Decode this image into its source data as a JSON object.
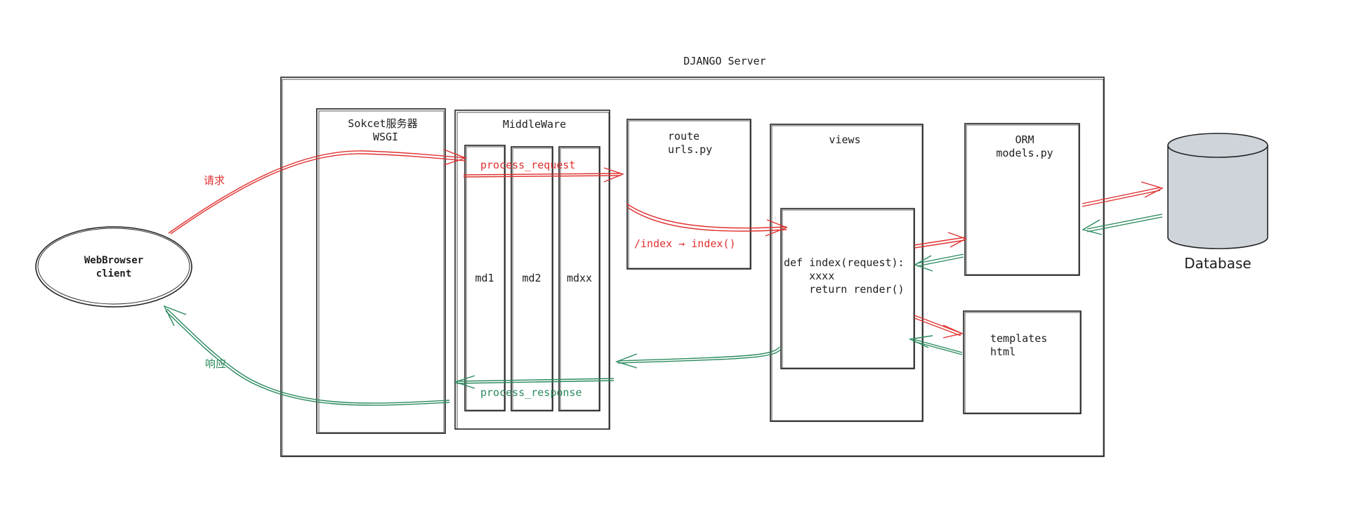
{
  "server": {
    "title": "DJANGO Server"
  },
  "client": {
    "line1": "WebBrowser",
    "line2": "client"
  },
  "socket": {
    "line1": "Sokcet服务器",
    "line2": "WSGI"
  },
  "middleware": {
    "title": "MiddleWare",
    "columns": [
      "md1",
      "md2",
      "mdxx"
    ],
    "process_request": "process_request",
    "process_response": "process_response"
  },
  "route": {
    "line1": "route",
    "line2": "urls.py",
    "mapping": "/index → index()"
  },
  "views": {
    "title": "views",
    "code": [
      "def index(request):",
      "    xxxx",
      "    return render()"
    ]
  },
  "orm": {
    "line1": "ORM",
    "line2": "models.py"
  },
  "templates": {
    "line1": "templates",
    "line2": "html"
  },
  "database": {
    "label": "Database"
  },
  "labels": {
    "request": "请求",
    "response": "响应"
  },
  "colors": {
    "request": "#e03131",
    "response": "#2b8a5e",
    "database_fill": "#ced4da"
  }
}
